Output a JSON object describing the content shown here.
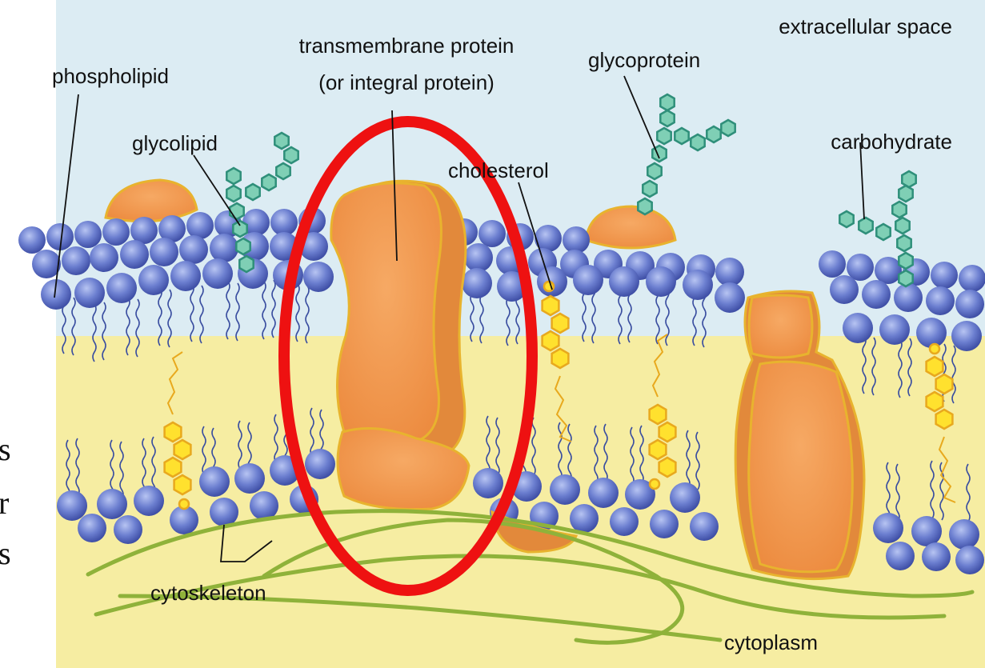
{
  "labels": {
    "extracellular": "extracellular space",
    "transmembrane_line1": "transmembrane protein",
    "transmembrane_line2": "(or integral protein)",
    "phospholipid": "phospholipid",
    "glycolipid": "glycolipid",
    "glycoprotein": "glycoprotein",
    "carbohydrate": "carbohydrate",
    "cholesterol": "cholesterol",
    "cytoskeleton": "cytoskeleton",
    "cytoplasm": "cytoplasm"
  },
  "edge_text": {
    "line1": "s",
    "line2": "r",
    "line3": "s"
  },
  "colors": {
    "extracellular": "#dcecf3",
    "cytoplasm": "#f6eda2",
    "phospholipid_head": "#6c7fd0",
    "phospholipid_head_dark": "#3f4fa6",
    "tail": "#3a4ea0",
    "protein_fill": "#f29a52",
    "protein_edge": "#e8b32e",
    "carbohydrate": "#7fcfb5",
    "carbohydrate_edge": "#2f8f7a",
    "cholesterol": "#ffe12e",
    "cholesterol_edge": "#e8a91e",
    "cytoskeleton": "#8fb23a",
    "highlight": "#ee1111"
  }
}
